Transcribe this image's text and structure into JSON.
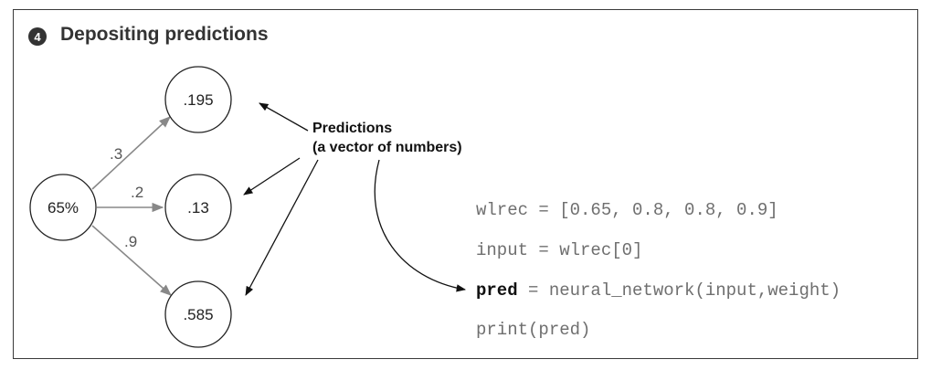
{
  "header": {
    "step_number": "4",
    "title": "Depositing predictions"
  },
  "network": {
    "input_node": "65%",
    "output_nodes": [
      ".195",
      ".13",
      ".585"
    ],
    "weights": [
      ".3",
      ".2",
      ".9"
    ]
  },
  "annotation": {
    "line1": "Predictions",
    "line2": "(a vector of numbers)"
  },
  "code": {
    "line1": "wlrec = [0.65, 0.8, 0.8, 0.9]",
    "line2": "input = wlrec[0]",
    "line3_keyword": "pred",
    "line3_rest": " = neural_network(input,weight)",
    "line4": "print(pred)"
  },
  "colors": {
    "dark": "#333333",
    "edge": "#888888",
    "code": "#6f6f6f"
  }
}
